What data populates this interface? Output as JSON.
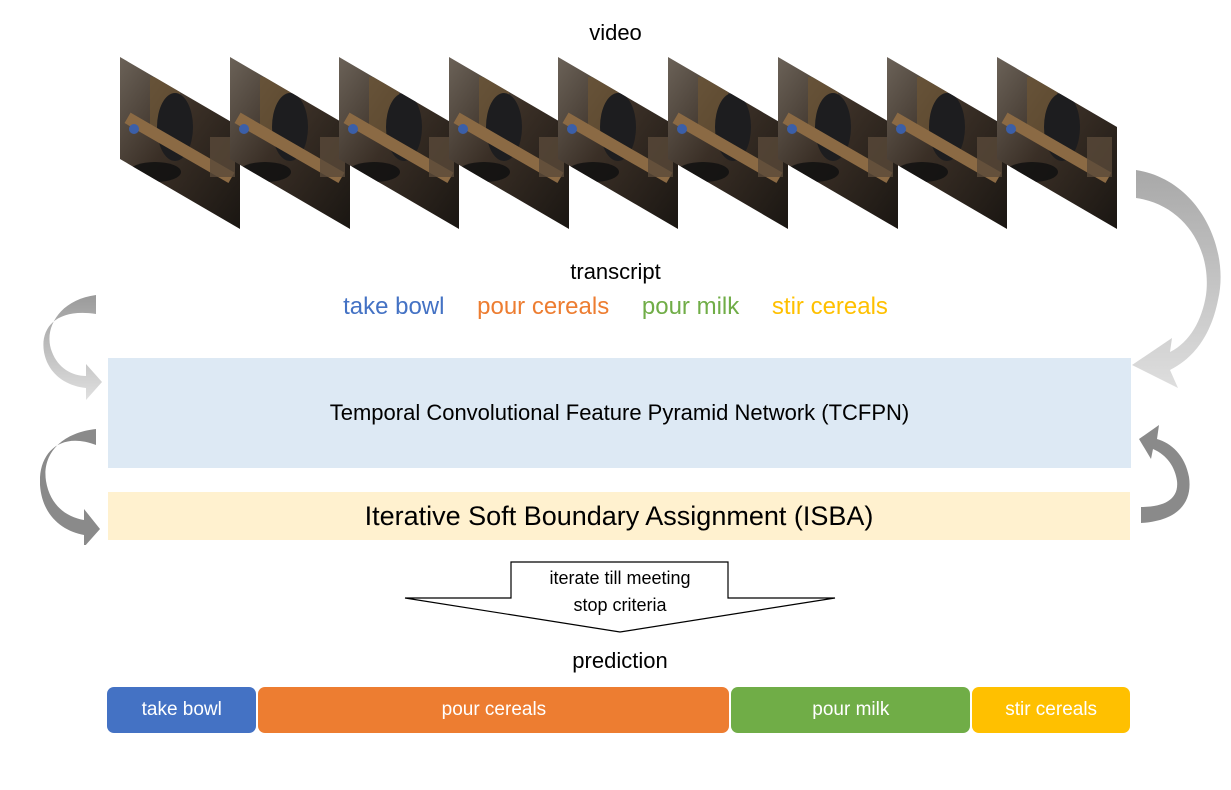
{
  "labels": {
    "video": "video",
    "transcript": "transcript",
    "prediction": "prediction"
  },
  "video_frames": {
    "count": 9,
    "description": "kitchen scene, person preparing cereal"
  },
  "transcript": [
    {
      "label": "take bowl",
      "color": "#4472c4"
    },
    {
      "label": "pour cereals",
      "color": "#ed7d31"
    },
    {
      "label": "pour milk",
      "color": "#70ad47"
    },
    {
      "label": "stir cereals",
      "color": "#ffc000"
    }
  ],
  "modules": {
    "tcfpn": "Temporal Convolutional Feature Pyramid Network (TCFPN)",
    "isba": "Iterative Soft Boundary Assignment (ISBA)"
  },
  "iterate": {
    "line1": "iterate till meeting",
    "line2": "stop criteria"
  },
  "prediction": [
    {
      "label": "take bowl",
      "color": "#4472c4",
      "fraction": 0.147
    },
    {
      "label": "pour cereals",
      "color": "#ed7d31",
      "fraction": 0.463
    },
    {
      "label": "pour milk",
      "color": "#70ad47",
      "fraction": 0.235
    },
    {
      "label": "stir cereals",
      "color": "#ffc000",
      "fraction": 0.155
    }
  ],
  "colors": {
    "tcfpn_bg": "#dde9f4",
    "isba_bg": "#fff1cf",
    "arrow_light": "#d4d4d4",
    "arrow_dark": "#8c8c8c"
  }
}
